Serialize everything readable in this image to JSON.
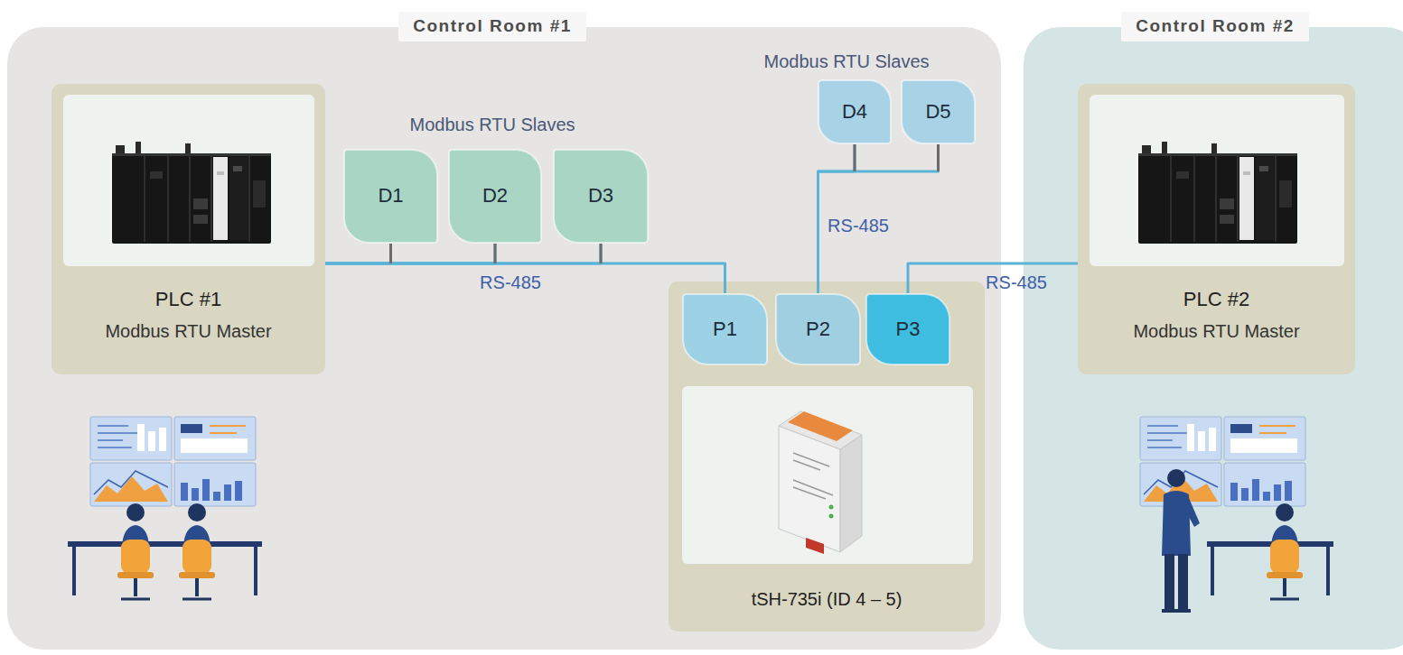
{
  "diagram": {
    "nodes": [
      {
        "text": [
          "Control Room #1"
        ]
      },
      {
        "text": [
          "PLC #1",
          "Modbus RTU Master"
        ],
        "in": 0
      },
      {
        "text": [
          "D1"
        ],
        "in": 0
      },
      {
        "text": [
          "D2"
        ],
        "in": 0
      },
      {
        "text": [
          "D3"
        ],
        "in": 0
      },
      {
        "text": [
          "D4"
        ],
        "in": 0
      },
      {
        "text": [
          "D5"
        ],
        "in": 0
      },
      {
        "text": [
          "tSH-735i (ID 4 – 5)"
        ],
        "in": 0
      },
      {
        "text": [
          "P1"
        ],
        "in": 7
      },
      {
        "text": [
          "P2"
        ],
        "in": 7
      },
      {
        "text": [
          "P3"
        ],
        "in": 7
      },
      {
        "text": [
          "Control Room #2"
        ]
      },
      {
        "text": [
          "PLC #2",
          "Modbus RTU Master"
        ],
        "in": 11
      }
    ],
    "edges": [
      {
        "from": 1,
        "to": 2,
        "arrow": "none"
      },
      {
        "from": 1,
        "to": 3,
        "arrow": "none"
      },
      {
        "from": 1,
        "to": 4,
        "arrow": "none"
      },
      {
        "from": 1,
        "to": 8,
        "label": "RS-485",
        "arrow": "none"
      },
      {
        "from": 9,
        "to": 5,
        "label": "RS-485",
        "arrow": "none"
      },
      {
        "from": 9,
        "to": 6,
        "arrow": "none"
      },
      {
        "from": 10,
        "to": 12,
        "label": "RS-485",
        "arrow": "none"
      }
    ],
    "labels": [
      "Modbus RTU Slaves",
      "Modbus RTU Slaves"
    ]
  }
}
